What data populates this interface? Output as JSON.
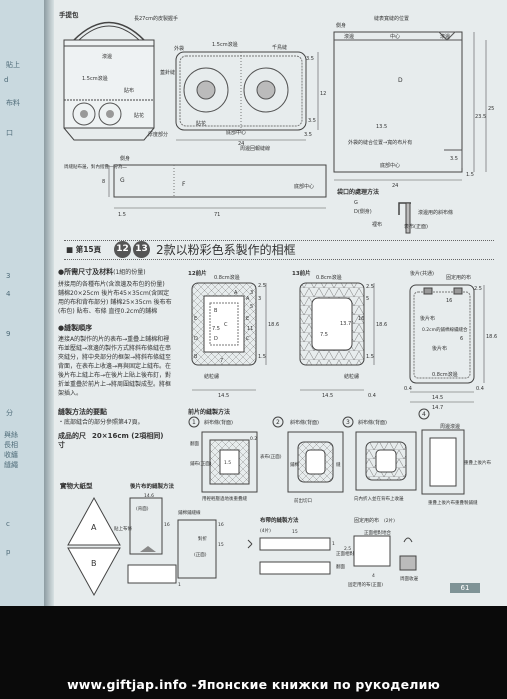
{
  "left_page": {
    "fragments": [
      "貼上",
      "d",
      "布料",
      "口",
      "3",
      "4",
      "9",
      "分",
      "與絲",
      "長相",
      "收纏",
      "縫繩",
      "c",
      "p"
    ]
  },
  "bag_diagram": {
    "title": "手提包",
    "labels": [
      "長27cm的皮製握手",
      "滾邊",
      "1.5cm滾邊",
      "貼布",
      "貼花",
      "厚度部分",
      "周縫貼布邊，對內摺疊一分為二"
    ]
  },
  "bag_panel": {
    "labels": [
      "外袋",
      "1.5cm滾邊",
      "千鳥縫",
      "蓋針縫",
      "貼花",
      "底部中心",
      "周邊回報縫線"
    ],
    "dims": [
      "3.5",
      "3.5",
      "12",
      "3.5",
      "24"
    ]
  },
  "gusset": {
    "labels": [
      "側身",
      "G",
      "F",
      "底部中心",
      "1.5"
    ],
    "dims": [
      "8",
      "71"
    ]
  },
  "pouch": {
    "labels": [
      "側身",
      "縫表寬縫的位置",
      "滾邊",
      "滾邊",
      "中心",
      "D",
      "外袋的縫合位置→寬的布片有",
      "底部中心",
      "1.5"
    ],
    "dims": [
      "25",
      "23.5",
      "13.5",
      "24",
      "3.5"
    ]
  },
  "bag_edge": {
    "title": "袋口的處理方法",
    "labels": [
      "G",
      "D(側身)",
      "滾邊用的斜布條",
      "裡布",
      "表布(正面)"
    ]
  },
  "banner": {
    "lesson": "■ 第15頁",
    "num1": "12",
    "num2": "13",
    "title": "2款以粉彩色系製作的相框"
  },
  "materials": {
    "heading": "●所需尺寸及材料",
    "heading_suffix": "(1組的份量)",
    "body": "拼接用的各種布片(含滾邊及布包的份量)  鋪棉20×25cm  後片布45×35cm(含固定用的布和背布部分)  鋪棉25×35cm  後布布(布包)  貼布、布條  直徑0.2cm的鋪棉",
    "method_heading": "●縫製順序",
    "method_body": "連接A的製作的片的表布→重疊上鋪棉和裡布並壓縫→滾邊的製作方式將斜布條縫在串夾縫分，將中央部分的框架→將斜布條縫至背面，在表布上收邊→再與固定上縫布。在後片布上縫上布→在後片上貼上後布釘，對折並重疊於前片上→將周圍縫製成型。將框架插入。",
    "sewing_heading": "縫製方法的要點",
    "sewing_body": "・底部縫合的部分參照第47頁。",
    "size_heading": "成品的尺寸",
    "size_value": "20×16cm (2項相同)"
  },
  "frame12": {
    "label": "12前片",
    "labels": [
      "0.8cm滾邊",
      "A",
      "B",
      "C",
      "D",
      "E",
      "E",
      "D",
      "C",
      "B",
      "A",
      "3",
      "5",
      "結粒繡"
    ],
    "dims": [
      "2.5",
      "3",
      "7.5",
      "11",
      "18.6",
      "1.5",
      "7",
      "14.5"
    ]
  },
  "frame13": {
    "label": "13前片",
    "labels": [
      "0.8cm滾邊",
      "結粒繡"
    ],
    "dims": [
      "2.5",
      "16",
      "13.7",
      "18.6",
      "7.5",
      "5",
      "1.5",
      "0.4",
      "14.5"
    ]
  },
  "back": {
    "labels": [
      "後片(共通)",
      "固定用的布",
      "後片布",
      "0.2cm的鋪棉線繡縫合",
      "後片布",
      "0.8cm滾邊"
    ],
    "dims": [
      "2.5",
      "16",
      "18.6",
      "14.5",
      "14.7",
      "0.4",
      "6",
      "0.4"
    ]
  },
  "front_method": {
    "title": "前片的縫製方法",
    "steps": [
      {
        "num": "1",
        "label": "斜布條(背面)"
      },
      {
        "num": "2",
        "label": "斜布條(背面)"
      },
      {
        "num": "3",
        "label": "斜布條(背面)"
      },
      {
        "num": "4",
        "label": "周邊滾邊"
      }
    ],
    "labels": [
      "翻面",
      "鋪布(正面)",
      "1.5",
      "0.2",
      "表布(正面)",
      "用輕輕壓過地後重疊縫",
      "鋪棉",
      "前出切口",
      "縫",
      "向內折入並在背布上收邊",
      "重疊上後片布",
      "重疊上後片布重疊製鋪縫"
    ]
  },
  "pattern": {
    "title": "實物大紙型",
    "labels": [
      "A",
      "B"
    ]
  },
  "back_method": {
    "title": "後片布的縫製方法",
    "labels": [
      "(背面)",
      "14.6",
      "貼上布條",
      "16",
      "鋪棉鋪縫線",
      "對折",
      "(正面)",
      "16",
      "15",
      "1"
    ]
  },
  "cloth_method": {
    "title": "布帶的縫製方法",
    "labels": [
      "(4片)",
      "15",
      "1",
      "正面相對縫合",
      "翻面"
    ]
  },
  "fix_method": {
    "title": "固定用的布",
    "labels": [
      "(2片)",
      "正面相對地合",
      "2.5",
      "4",
      "固定用的布(正面)",
      "周圍收邊"
    ]
  },
  "page_number": "61",
  "watermark": "www.giftjap.info -Японские книжки по рукоделию"
}
